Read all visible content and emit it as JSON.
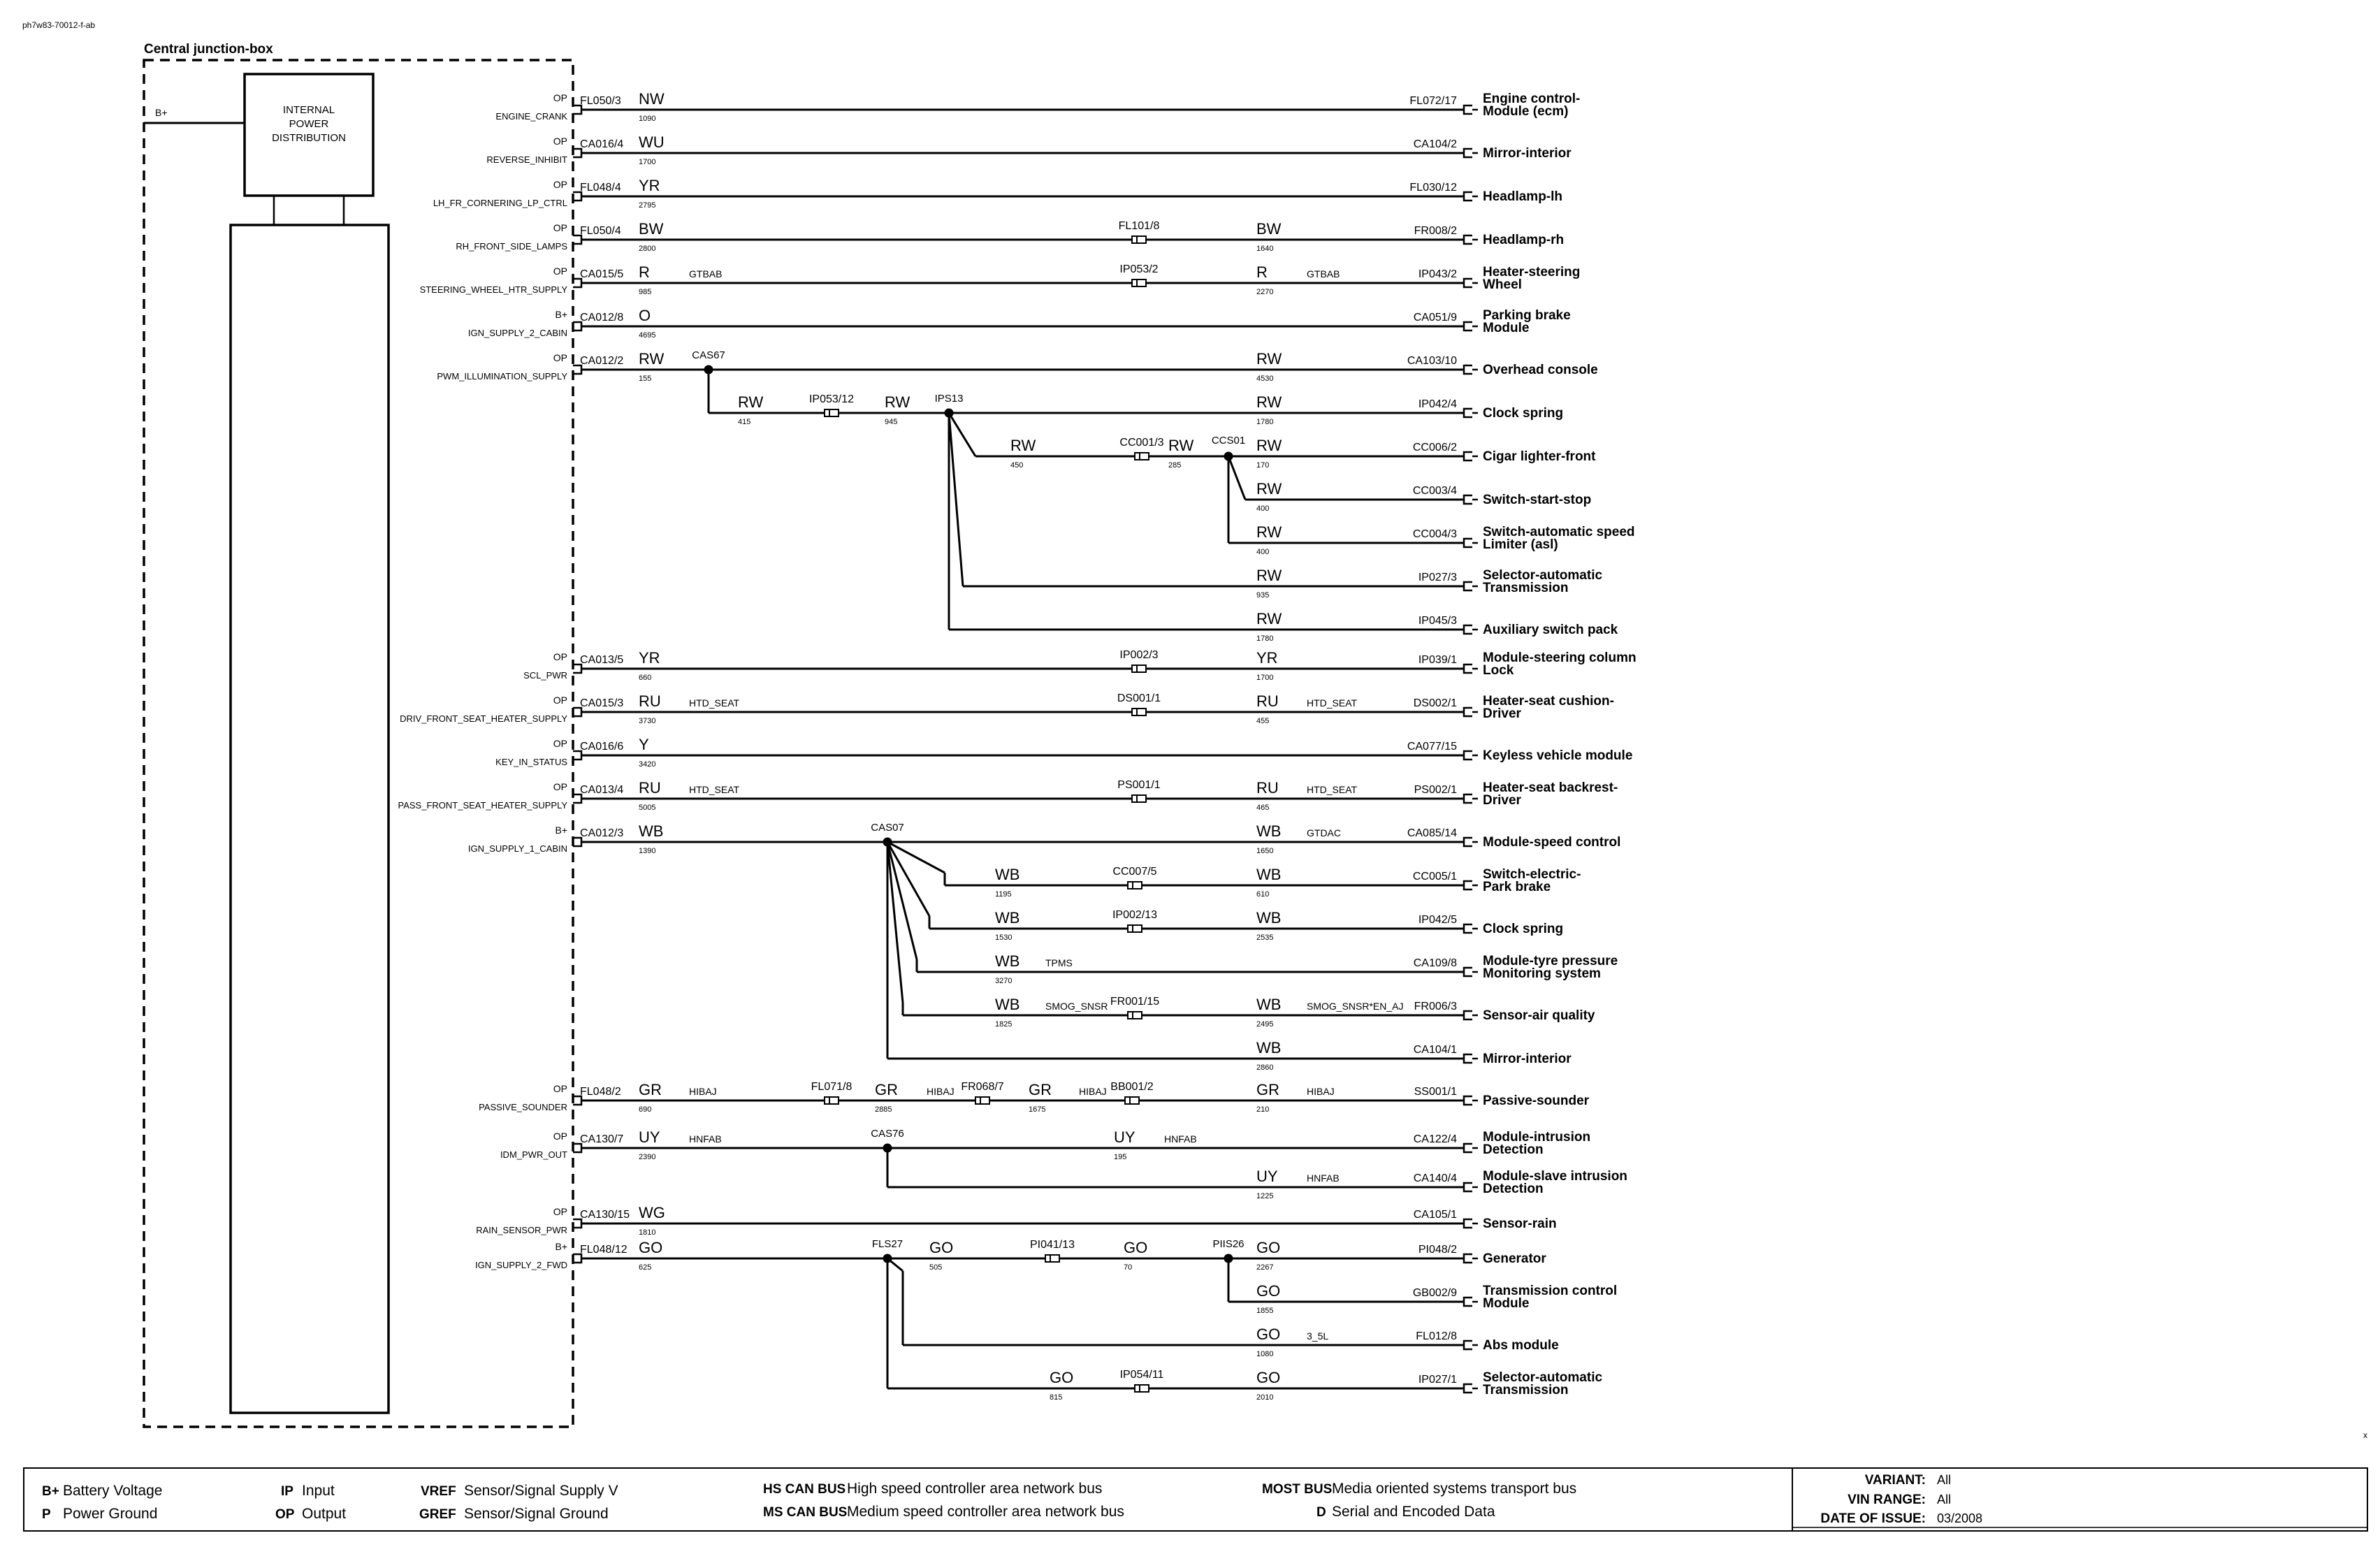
{
  "diagram_id": "ph7w83-70012-f-ab",
  "junction_box": {
    "title": "Central junction-box",
    "supply_pin": "B+",
    "internal_label_1": "INTERNAL",
    "internal_label_2": "POWER",
    "internal_label_3": "DISTRIBUTION"
  },
  "circuits": [
    {
      "pin": "OP",
      "signal": "ENGINE_CRANK",
      "conn": "FL050/3",
      "color": "NW",
      "num": "1090",
      "dest": "FL072/17",
      "dest_l1": "Engine control-",
      "dest_l2": "Module (ecm)"
    },
    {
      "pin": "OP",
      "signal": "REVERSE_INHIBIT",
      "conn": "CA016/4",
      "color": "WU",
      "num": "1700",
      "dest": "CA104/2",
      "dest_l1": "Mirror-interior"
    },
    {
      "pin": "OP",
      "signal": "LH_FR_CORNERING_LP_CTRL",
      "conn": "FL048/4",
      "color": "YR",
      "num": "2795",
      "dest": "FL030/12",
      "dest_l1": "Headlamp-lh"
    },
    {
      "pin": "OP",
      "signal": "RH_FRONT_SIDE_LAMPS",
      "conn": "FL050/4",
      "color": "BW",
      "num": "2800",
      "mid": "FL101/8",
      "color2": "BW",
      "num2": "1640",
      "dest": "FR008/2",
      "dest_l1": "Headlamp-rh"
    },
    {
      "pin": "OP",
      "signal": "STEERING_WHEEL_HTR_SUPPLY",
      "conn": "CA015/5",
      "color": "R",
      "num": "985",
      "code": "GTBAB",
      "mid": "IP053/2",
      "color2": "R",
      "num2": "2270",
      "code2": "GTBAB",
      "dest": "IP043/2",
      "dest_l1": "Heater-steering",
      "dest_l2": "Wheel"
    },
    {
      "pin": "B+",
      "signal": "IGN_SUPPLY_2_CABIN",
      "conn": "CA012/8",
      "color": "O",
      "num": "4695",
      "dest": "CA051/9",
      "dest_l1": "Parking brake",
      "dest_l2": "Module"
    },
    {
      "pin": "OP",
      "signal": "PWM_ILLUMINATION_SUPPLY",
      "conn": "CA012/2",
      "color": "RW",
      "num": "155",
      "splice": "CAS67",
      "color2": "RW",
      "num2": "4530",
      "dest": "CA103/10",
      "dest_l1": "Overhead console"
    },
    {
      "pin": "OP",
      "signal": "SCL_PWR",
      "conn": "CA013/5",
      "color": "YR",
      "num": "660",
      "mid": "IP002/3",
      "color2": "YR",
      "num2": "1700",
      "dest": "IP039/1",
      "dest_l1": "Module-steering column",
      "dest_l2": "Lock"
    },
    {
      "pin": "OP",
      "signal": "DRIV_FRONT_SEAT_HEATER_SUPPLY",
      "conn": "CA015/3",
      "color": "RU",
      "num": "3730",
      "code": "HTD_SEAT",
      "mid": "DS001/1",
      "color2": "RU",
      "num2": "455",
      "code2": "HTD_SEAT",
      "dest": "DS002/1",
      "dest_l1": "Heater-seat cushion-",
      "dest_l2": "Driver"
    },
    {
      "pin": "OP",
      "signal": "KEY_IN_STATUS",
      "conn": "CA016/6",
      "color": "Y",
      "num": "3420",
      "dest": "CA077/15",
      "dest_l1": "Keyless vehicle module"
    },
    {
      "pin": "OP",
      "signal": "PASS_FRONT_SEAT_HEATER_SUPPLY",
      "conn": "CA013/4",
      "color": "RU",
      "num": "5005",
      "code": "HTD_SEAT",
      "mid": "PS001/1",
      "color2": "RU",
      "num2": "465",
      "code2": "HTD_SEAT",
      "dest": "PS002/1",
      "dest_l1": "Heater-seat backrest-",
      "dest_l2": "Driver"
    },
    {
      "pin": "B+",
      "signal": "IGN_SUPPLY_1_CABIN",
      "conn": "CA012/3",
      "color": "WB",
      "num": "1390",
      "splice": "CAS07",
      "color2": "WB",
      "num2": "1650",
      "code2": "GTDAC",
      "dest": "CA085/14",
      "dest_l1": "Module-speed control"
    },
    {
      "pin": "OP",
      "signal": "PASSIVE_SOUNDER",
      "conn": "FL048/2",
      "color": "GR",
      "num": "690",
      "code": "HIBAJ",
      "dest": "SS001/1",
      "dest_l1": "Passive-sounder"
    },
    {
      "pin": "OP",
      "signal": "IDM_PWR_OUT",
      "conn": "CA130/7",
      "color": "UY",
      "num": "2390",
      "code": "HNFAB",
      "splice": "CAS76",
      "color2": "UY",
      "num2": "195",
      "code2": "HNFAB",
      "dest": "CA122/4",
      "dest_l1": "Module-intrusion",
      "dest_l2": "Detection"
    },
    {
      "pin": "OP",
      "signal": "RAIN_SENSOR_PWR",
      "conn": "CA130/15",
      "color": "WG",
      "num": "1810",
      "dest": "CA105/1",
      "dest_l1": "Sensor-rain"
    },
    {
      "pin": "B+",
      "signal": "IGN_SUPPLY_2_FWD",
      "conn": "FL048/12",
      "color": "GO",
      "num": "625",
      "splice": "FLS27",
      "dest": "PI048/2",
      "dest_l1": "Generator"
    }
  ],
  "branches": [
    {
      "color": "RW",
      "num": "1780",
      "dest": "IP042/4",
      "dest_l1": "Clock spring"
    },
    {
      "color": "RW",
      "num": "170",
      "dest": "CC006/2",
      "dest_l1": "Cigar lighter-front"
    },
    {
      "color": "RW",
      "num": "400",
      "dest": "CC003/4",
      "dest_l1": "Switch-start-stop"
    },
    {
      "color": "RW",
      "num": "400",
      "dest": "CC004/3",
      "dest_l1": "Switch-automatic speed",
      "dest_l2": "Limiter (asl)"
    },
    {
      "color": "RW",
      "num": "935",
      "dest": "IP027/3",
      "dest_l1": "Selector-automatic",
      "dest_l2": "Transmission"
    },
    {
      "color": "RW",
      "num": "1780",
      "dest": "IP045/3",
      "dest_l1": "Auxiliary switch pack"
    },
    {
      "color": "WB",
      "num": "610",
      "dest": "CC005/1",
      "dest_l1": "Switch-electric-",
      "dest_l2": "Park brake"
    },
    {
      "color": "WB",
      "num": "2535",
      "dest": "IP042/5",
      "dest_l1": "Clock spring"
    },
    {
      "dest": "CA109/8",
      "dest_l1": "Module-tyre pressure",
      "dest_l2": "Monitoring system"
    },
    {
      "color": "WB",
      "num": "2495",
      "code": "SMOG_SNSR*EN_AJ",
      "dest": "FR006/3",
      "dest_l1": "Sensor-air quality"
    },
    {
      "color": "WB",
      "num": "2860",
      "dest": "CA104/1",
      "dest_l1": "Mirror-interior"
    },
    {
      "color": "UY",
      "num": "1225",
      "code": "HNFAB",
      "dest": "CA140/4",
      "dest_l1": "Module-slave intrusion",
      "dest_l2": "Detection"
    },
    {
      "color": "GO",
      "num": "1855",
      "dest": "GB002/9",
      "dest_l1": "Transmission control",
      "dest_l2": "Module"
    },
    {
      "color": "GO",
      "num": "1080",
      "code": "3_5L",
      "dest": "FL012/8",
      "dest_l1": "Abs module"
    },
    {
      "color": "GO",
      "num": "2010",
      "dest": "IP027/1",
      "dest_l1": "Selector-automatic",
      "dest_l2": "Transmission"
    }
  ],
  "segments": {
    "pwm_a": {
      "color": "RW",
      "num": "415"
    },
    "pwm_conn": "IP053/12",
    "pwm_b": {
      "color": "RW",
      "num": "945"
    },
    "ips13": "IPS13",
    "pwm_c": {
      "color": "RW",
      "num": "450"
    },
    "pwm_conn2": "CC001/3",
    "pwm_d": {
      "color": "RW",
      "num": "285"
    },
    "ccs01": "CCS01",
    "wb1": {
      "color": "WB",
      "num": "1195",
      "conn": "CC007/5"
    },
    "wb2": {
      "color": "WB",
      "num": "1530",
      "conn": "IP002/13"
    },
    "wb3": {
      "color": "WB",
      "num": "3270",
      "code": "TPMS"
    },
    "wb4": {
      "color": "WB",
      "num": "1825",
      "code": "SMOG_SNSR",
      "conn": "FR001/15"
    },
    "ps_conn1": "FL071/8",
    "ps_b": {
      "color": "GR",
      "num": "2885",
      "code": "HIBAJ"
    },
    "ps_conn2": "FR068/7",
    "ps_c": {
      "color": "GR",
      "num": "1675",
      "code": "HIBAJ"
    },
    "ps_conn3": "BB001/2",
    "ps_d": {
      "color": "GR",
      "num": "210",
      "code": "HIBAJ"
    },
    "go_a": {
      "color": "GO",
      "num": "505"
    },
    "go_conn": "PI041/13",
    "go_b": {
      "color": "GO",
      "num": "70"
    },
    "piis26": "PIIS26",
    "go_c": {
      "color": "GO",
      "num": "2267"
    },
    "go_d": {
      "color": "GO",
      "num": "815"
    },
    "go_conn2": "IP054/11"
  },
  "corner_mark": "x",
  "legend": {
    "bplus_k": "B+",
    "bplus_v": "Battery Voltage",
    "p_k": "P",
    "p_v": "Power Ground",
    "ip_k": "IP",
    "ip_v": "Input",
    "op_k": "OP",
    "op_v": "Output",
    "vref_k": "VREF",
    "vref_v": "Sensor/Signal Supply V",
    "gref_k": "GREF",
    "gref_v": "Sensor/Signal Ground",
    "hs_k": "HS CAN BUS",
    "hs_v": "High speed controller area network bus",
    "ms_k": "MS CAN BUS",
    "ms_v": "Medium speed controller area network bus",
    "most_k": "MOST BUS",
    "most_v": "Media oriented systems transport bus",
    "d_k": "D",
    "d_v": "Serial and Encoded Data",
    "variant_k": "VARIANT:",
    "variant_v": "All",
    "vin_k": "VIN RANGE:",
    "vin_v": "All",
    "date_k": "DATE OF ISSUE:",
    "date_v": "03/2008"
  }
}
